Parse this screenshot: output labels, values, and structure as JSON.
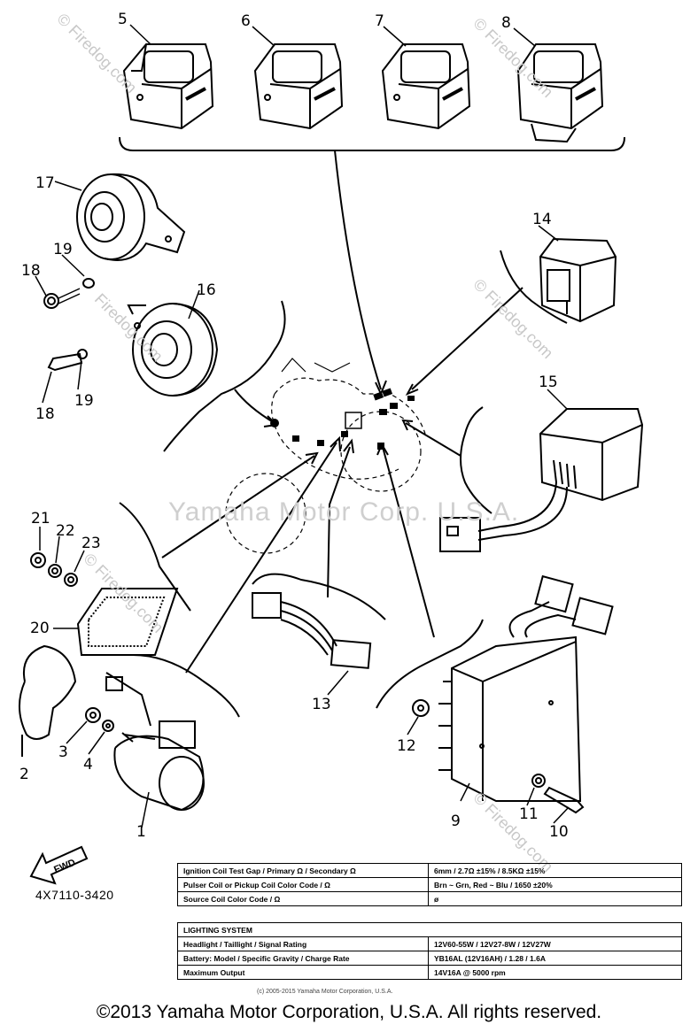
{
  "part_numbers": {
    "p1": "1",
    "p2": "2",
    "p3": "3",
    "p4": "4",
    "p5": "5",
    "p6": "6",
    "p7": "7",
    "p8": "8",
    "p9": "9",
    "p10": "10",
    "p11": "11",
    "p12": "12",
    "p13": "13",
    "p14": "14",
    "p15": "15",
    "p16": "16",
    "p17": "17",
    "p18a": "18",
    "p18b": "18",
    "p19a": "19",
    "p19b": "19",
    "p20": "20",
    "p21": "21",
    "p22": "22",
    "p23": "23"
  },
  "fwd_label": "FWD",
  "catalog_code": "4X7110-3420",
  "watermarks": {
    "center": "Yamaha Motor Corp. U.S.A.",
    "corner": "© Firedog.com",
    "short": "Firedog.com"
  },
  "spec_table_1": [
    {
      "label": "Ignition Coil Test Gap / Primary Ω / Secondary Ω",
      "value": "6mm / 2.7Ω ±15% / 8.5KΩ ±15%"
    },
    {
      "label": "Pulser Coil or Pickup Coil Color Code / Ω",
      "value": "Brn ~ Grn, Red ~ Blu / 1650 ±20%"
    },
    {
      "label": "Source Coil Color Code / Ω",
      "value": "ø"
    }
  ],
  "spec_table_2": {
    "header": "LIGHTING SYSTEM",
    "rows": [
      {
        "label": "Headlight / Taillight / Signal Rating",
        "value": "12V60-55W / 12V27-8W / 12V27W"
      },
      {
        "label": "Battery: Model / Specific Gravity / Charge Rate",
        "value": "YB16AL (12V16AH) / 1.28 / 1.6A"
      },
      {
        "label": "Maximum Output",
        "value": "14V16A @ 5000 rpm"
      }
    ]
  },
  "small_copyright": "(c) 2005-2015 Yamaha Motor Corporation, U.S.A.",
  "copyright": "©2013 Yamaha Motor Corporation, U.S.A. All rights reserved."
}
